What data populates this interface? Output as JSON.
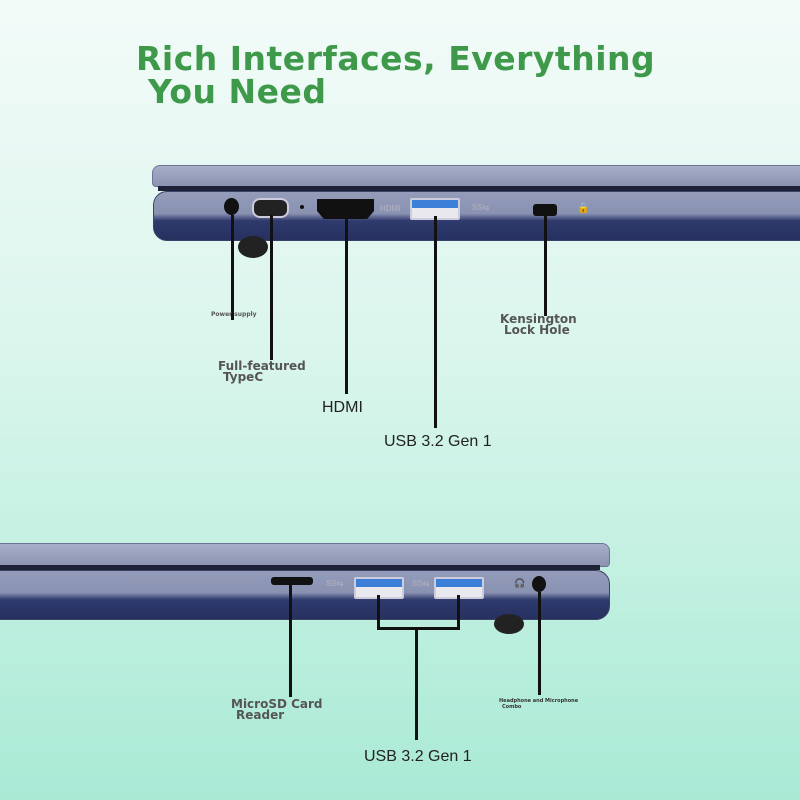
{
  "title": {
    "line1": "Rich Interfaces, Everything",
    "line2": "You Need"
  },
  "colors": {
    "title": "#3e9a4a",
    "laptop_top": "#8e97b5",
    "laptop_bottom": "#2e3a6b",
    "usb_blue": "#3b7fd8"
  },
  "top_view": {
    "port_marks": {
      "hdmi": "HDMI",
      "ss": "SS⇆",
      "lock": "🔒"
    },
    "labels": {
      "power": "Power supply",
      "typec_line1": "Full-featured",
      "typec_line2": "TypeC",
      "hdmi": "HDMI",
      "usb": "USB 3.2 Gen 1",
      "kensington_line1": "Kensington",
      "kensington_line2": "Lock Hole"
    }
  },
  "bottom_view": {
    "port_marks": {
      "ss": "SS⇆",
      "headphone": "🎧"
    },
    "labels": {
      "microsd_line1": "MicroSD Card",
      "microsd_line2": "Reader",
      "usb": "USB 3.2 Gen 1",
      "audio_line1": "Headphone and Microphone",
      "audio_line2": "Combo"
    }
  }
}
